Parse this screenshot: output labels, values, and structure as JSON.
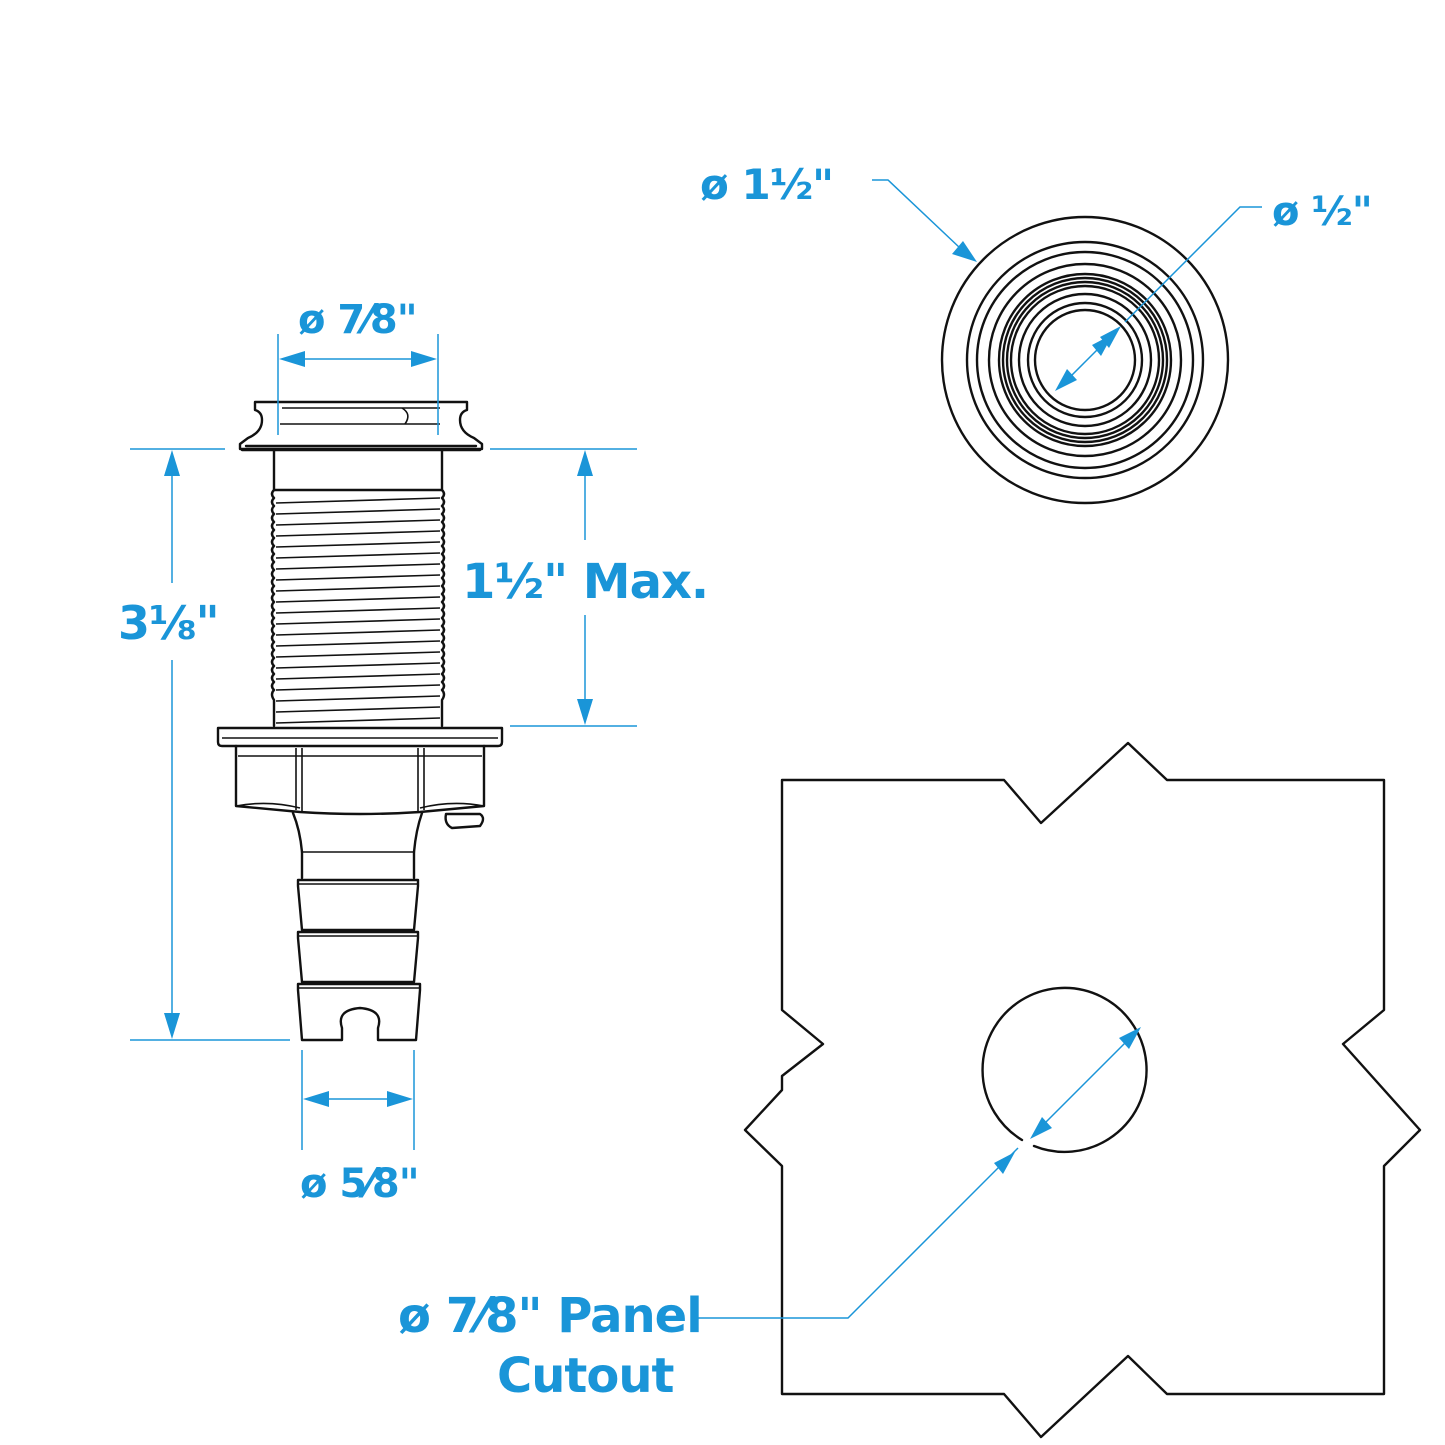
{
  "colors": {
    "dimension": "#1a95d8",
    "ink": "#111111",
    "background": "#ffffff"
  },
  "labels": {
    "flange_diameter": "ø 7⁄8\"",
    "overall_length": "3⅛\"",
    "panel_thickness": "1½\" Max.",
    "hose_barb_diameter": "ø 5⁄8\"",
    "face_outer_diameter": "ø 1½\"",
    "face_inner_diameter": "ø ½\"",
    "cutout_line1": "ø 7⁄8\" Panel",
    "cutout_line2": "Cutout"
  },
  "views": {
    "side_view": "thru-hull fitting side elevation",
    "top_view": "face view concentric rings",
    "panel_view": "panel with circular cutout"
  }
}
